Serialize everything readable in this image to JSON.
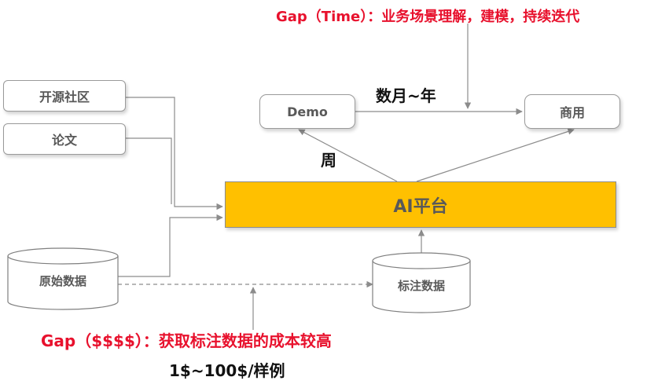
{
  "sources": {
    "open_source": "开源社区",
    "papers": "论文",
    "raw_data": "原始数据",
    "labeled_data": "标注数据"
  },
  "platform": {
    "label": "AI平台"
  },
  "outputs": {
    "demo": "Demo",
    "commercial": "商用"
  },
  "durations": {
    "demo_to_commercial": "数月~年",
    "platform_to_demo": "周"
  },
  "gaps": {
    "time": "Gap（Time）：业务场景理解，建模，持续迭代",
    "cost": "Gap（$$$$）：获取标注数据的成本较高",
    "cost_detail": "1$~100$/样例"
  },
  "colors": {
    "platform_fill": "#ffc000",
    "gap_text": "#e8112d",
    "box_text": "#595959",
    "connector": "#8c8c8c"
  }
}
